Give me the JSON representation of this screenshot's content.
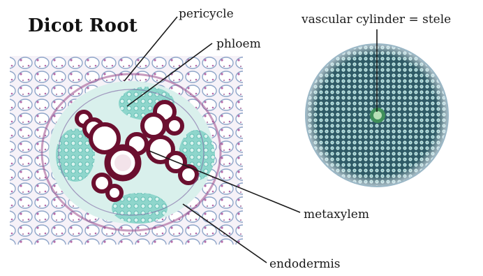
{
  "title": "Dicot Root",
  "labels": {
    "pericycle": "pericycle",
    "phloem": "phloem",
    "stele": "vascular cylinder = stele",
    "metaxylem": "metaxylem",
    "endodermis": "endodermis"
  },
  "colors": {
    "xylem_wall": "#6b0f2f",
    "phloem_tissue": "#6fc9c0",
    "parenchyma_wall": "#8fa6c9",
    "cortex_cytoplasm": "#b46aa8",
    "stele_center": "#3f8f5a",
    "cross_section_dark": "#2e5a66",
    "leader_line": "#1a1a1a"
  }
}
